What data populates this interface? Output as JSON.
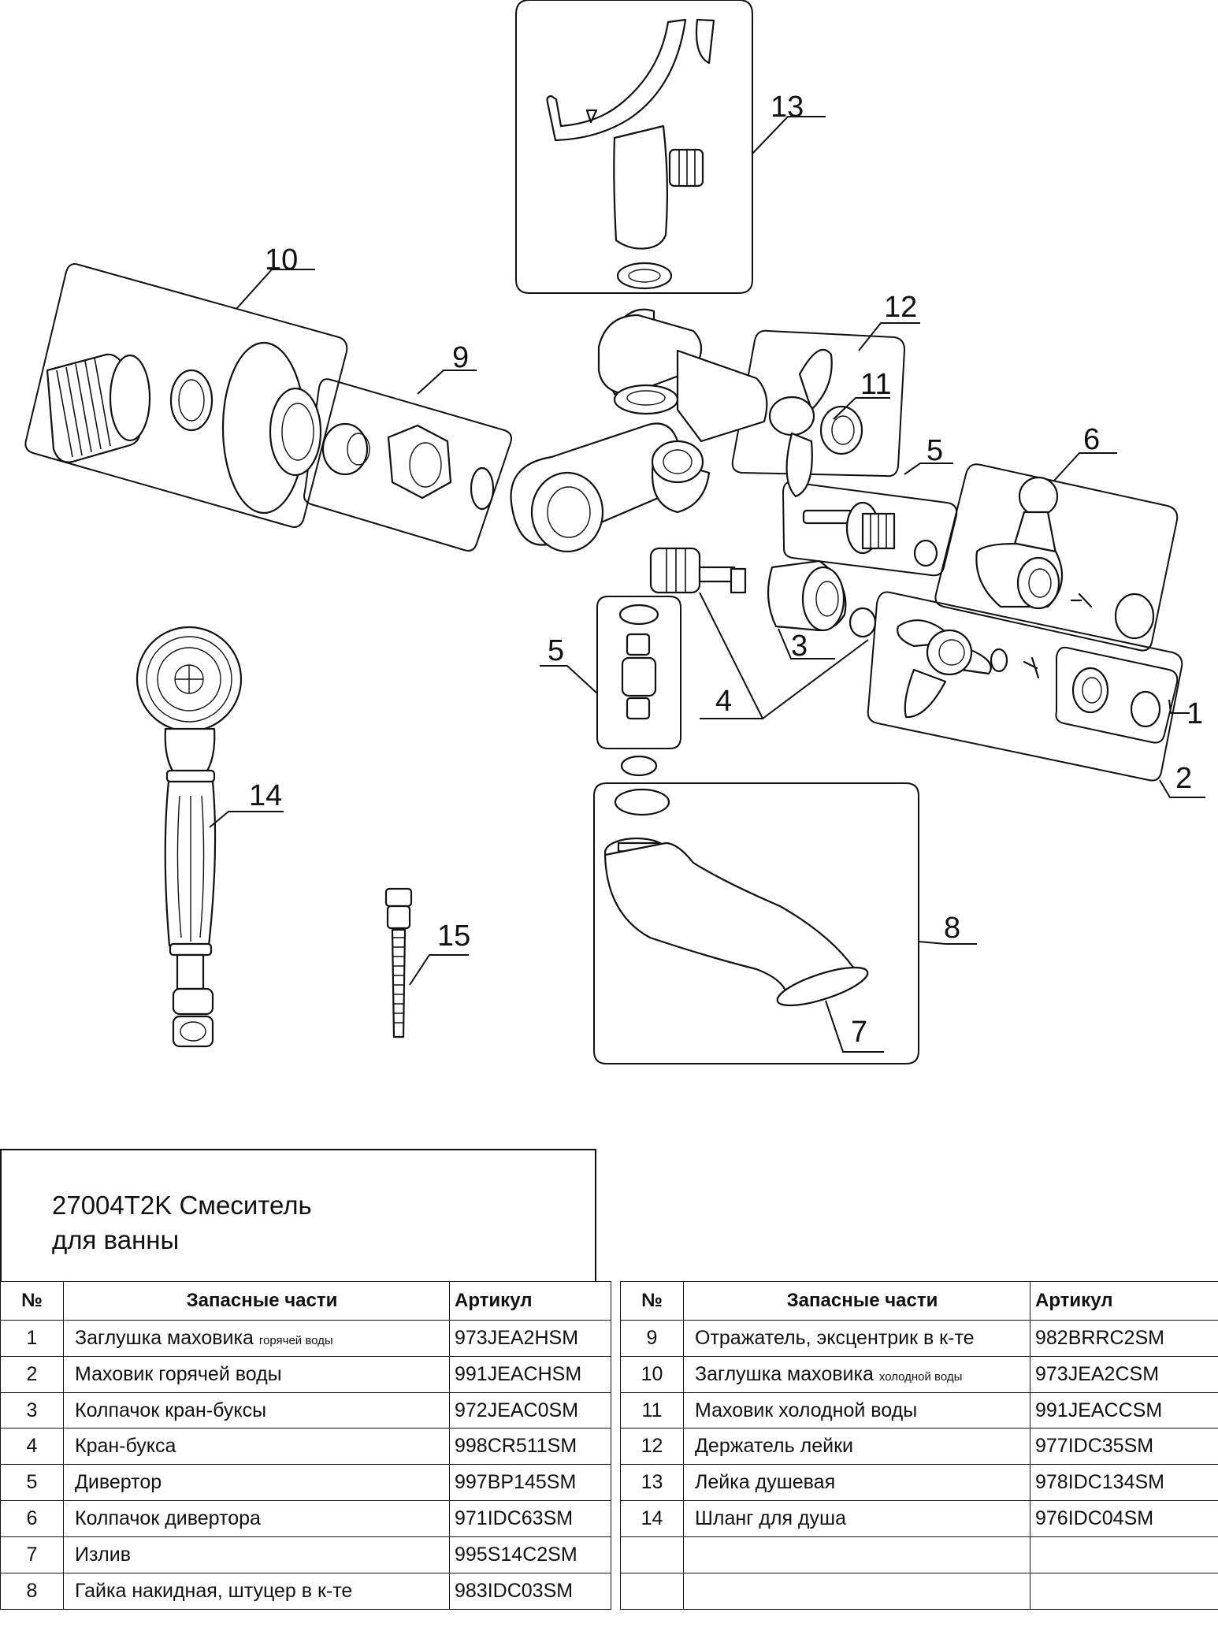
{
  "title": {
    "line1": "27004T2K Смеситель",
    "line2": "для ванны"
  },
  "diagram": {
    "callouts": [
      "1",
      "2",
      "3",
      "4",
      "5",
      "5",
      "6",
      "7",
      "8",
      "9",
      "10",
      "11",
      "12",
      "13",
      "14",
      "15"
    ]
  },
  "table": {
    "headers": {
      "num": "№",
      "name": "Запасные части",
      "code": "Артикул"
    },
    "left": [
      {
        "num": "1",
        "name": "Заглушка маховика",
        "note": "горячей воды",
        "code": "973JEA2HSM"
      },
      {
        "num": "2",
        "name": "Маховик горячей воды",
        "note": "",
        "code": "991JEACHSM"
      },
      {
        "num": "3",
        "name": "Колпачок кран-буксы",
        "note": "",
        "code": "972JEAC0SM"
      },
      {
        "num": "4",
        "name": "Кран-букса",
        "note": "",
        "code": "998CR511SM"
      },
      {
        "num": "5",
        "name": "Дивертор",
        "note": "",
        "code": "997BP145SM"
      },
      {
        "num": "6",
        "name": "Колпачок дивертора",
        "note": "",
        "code": "971IDC63SM"
      },
      {
        "num": "7",
        "name": "Излив",
        "note": "",
        "code": "995S14C2SM"
      },
      {
        "num": "8",
        "name": "Гайка накидная, штуцер в к-те",
        "note": "",
        "code": "983IDC03SM"
      }
    ],
    "right": [
      {
        "num": "9",
        "name": "Отражатель, эксцентрик в к-те",
        "note": "",
        "code": "982BRRC2SM"
      },
      {
        "num": "10",
        "name": "Заглушка маховика",
        "note": "холодной воды",
        "code": "973JEA2CSM"
      },
      {
        "num": "11",
        "name": "Маховик холодной воды",
        "note": "",
        "code": "991JEACCSM"
      },
      {
        "num": "12",
        "name": "Держатель лейки",
        "note": "",
        "code": "977IDC35SM"
      },
      {
        "num": "13",
        "name": "Лейка душевая",
        "note": "",
        "code": "978IDC134SM"
      },
      {
        "num": "14",
        "name": "Шланг для душа",
        "note": "",
        "code": "976IDC04SM"
      },
      {
        "num": "",
        "name": "",
        "note": "",
        "code": ""
      },
      {
        "num": "",
        "name": "",
        "note": "",
        "code": ""
      }
    ]
  }
}
